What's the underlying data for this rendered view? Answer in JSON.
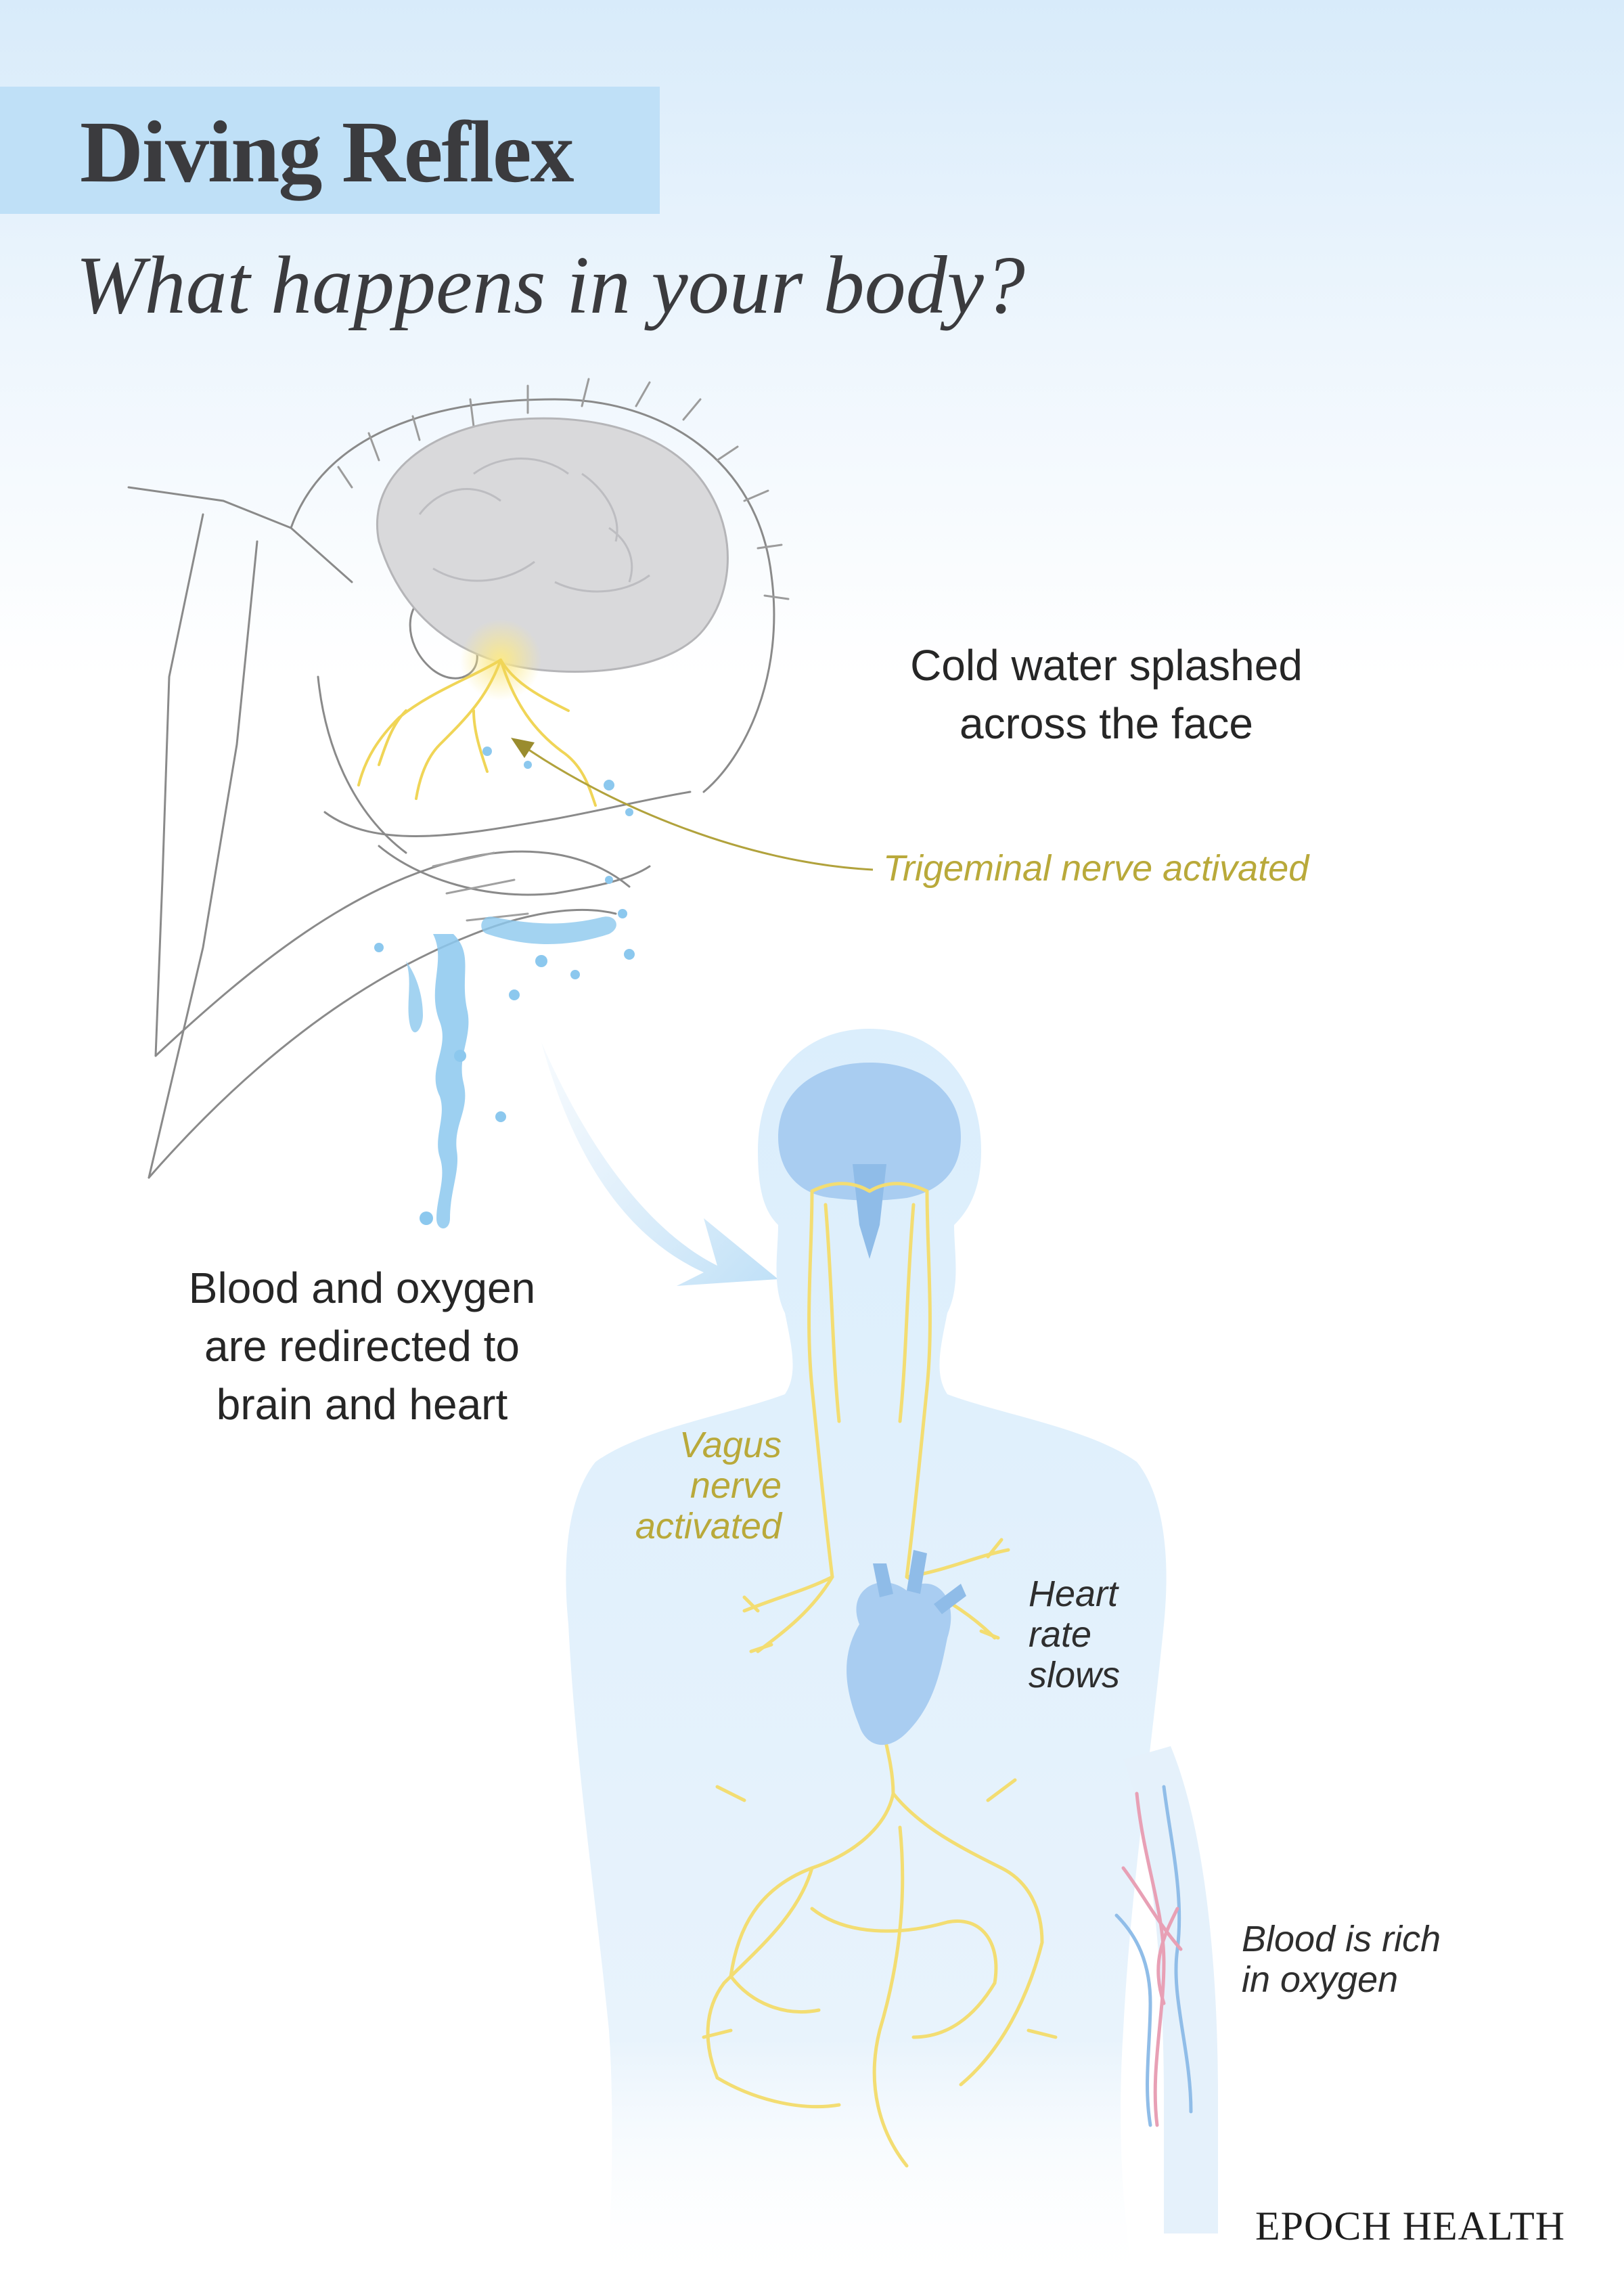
{
  "header": {
    "title": "Diving Reflex",
    "subtitle": "What happens in your body?"
  },
  "labels": {
    "cold_water": "Cold water splashed\nacross the face",
    "trigeminal": "Trigeminal nerve activated",
    "blood_redirect": "Blood and oxygen\nare redirected to\nbrain and heart",
    "vagus": "Vagus\nnerve\nactivated",
    "heart_rate": "Heart\nrate\nslows",
    "blood_oxygen": "Blood is rich\nin oxygen"
  },
  "brand": "EPOCH HEALTH",
  "colors": {
    "title_band": "#bfe0f7",
    "nerve": "#f3dd72",
    "nerve_text": "#b9a93a",
    "organ": "#a9cdf1",
    "body": "#e3f0fb",
    "water": "#8cc8ee",
    "artery": "#e8a0b5",
    "vein": "#90bde8"
  },
  "icons": {
    "sketch": "face-splash-sketch",
    "arrow": "flow-arrow-icon",
    "body": "human-torso-silhouette",
    "heart": "heart-icon",
    "brain": "brain-icon"
  }
}
